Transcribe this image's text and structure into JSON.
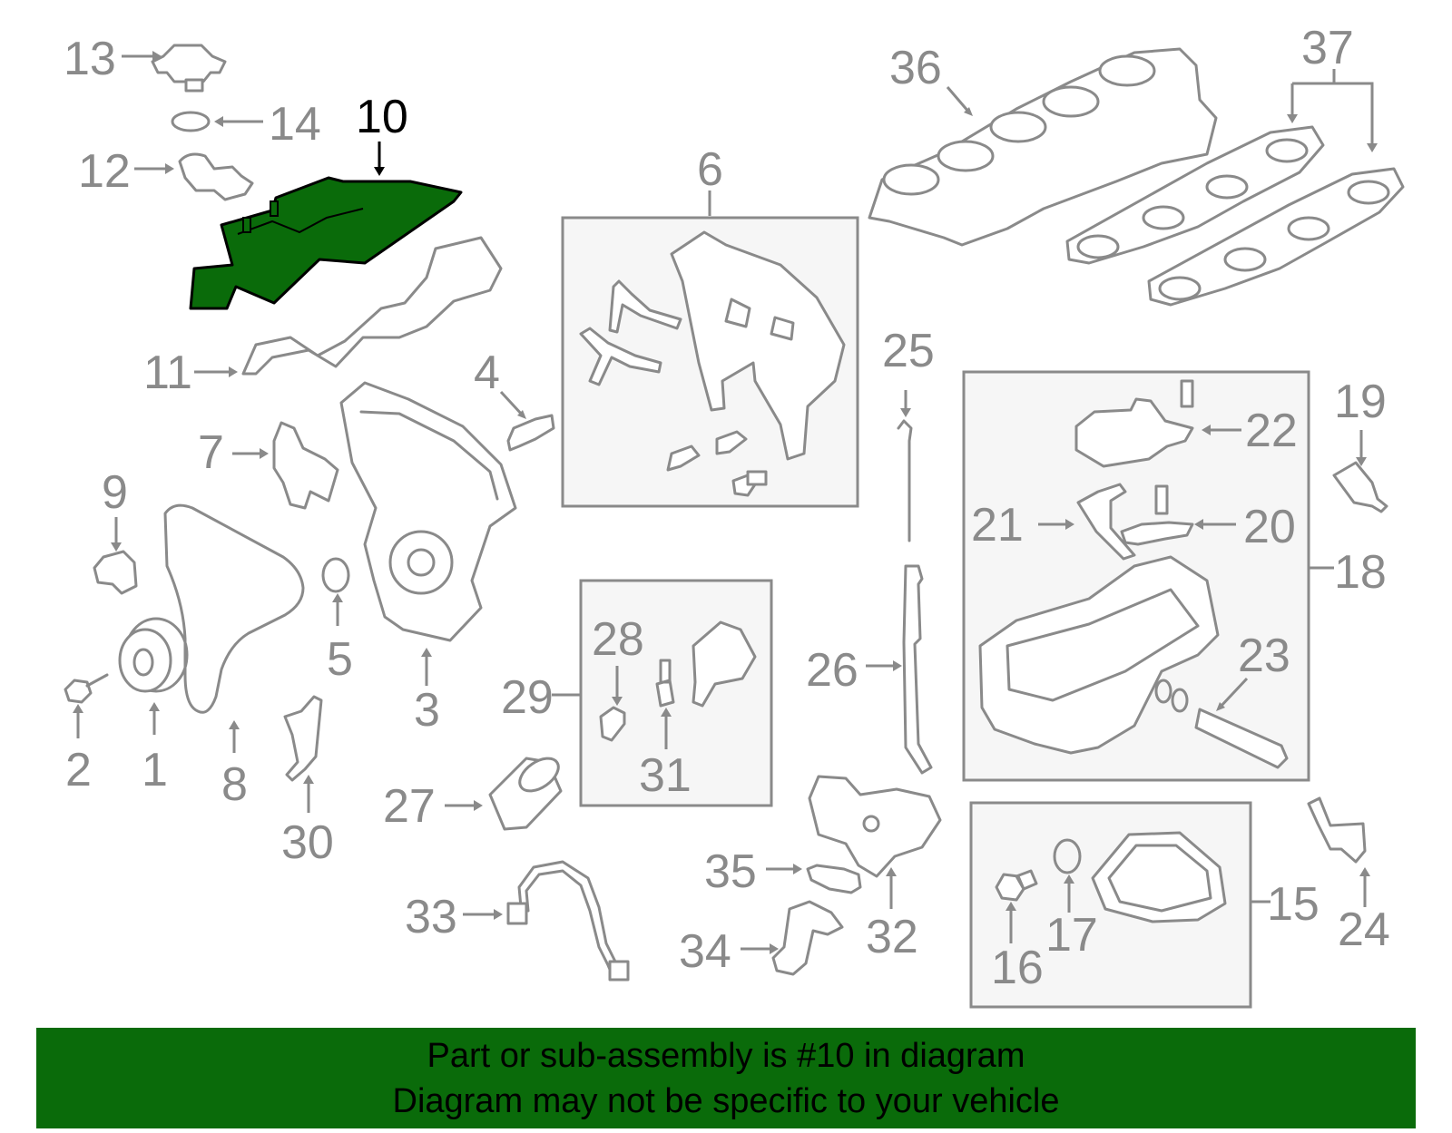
{
  "highlight": {
    "part_number": "10",
    "color": "#0a6b0a"
  },
  "labels": {
    "p1": "1",
    "p2": "2",
    "p3": "3",
    "p4": "4",
    "p5": "5",
    "p6": "6",
    "p7": "7",
    "p8": "8",
    "p9": "9",
    "p10": "10",
    "p11": "11",
    "p12": "12",
    "p13": "13",
    "p14": "14",
    "p15": "15",
    "p16": "16",
    "p17": "17",
    "p18": "18",
    "p19": "19",
    "p20": "20",
    "p21": "21",
    "p22": "22",
    "p23": "23",
    "p24": "24",
    "p25": "25",
    "p26": "26",
    "p27": "27",
    "p28": "28",
    "p29": "29",
    "p30": "30",
    "p31": "31",
    "p32": "32",
    "p33": "33",
    "p34": "34",
    "p35": "35",
    "p36": "36",
    "p37": "37"
  },
  "footer": {
    "line1": "Part or sub-assembly is #10 in diagram",
    "line2": "Diagram may not be specific to your vehicle",
    "background": "#0a6b0a"
  }
}
